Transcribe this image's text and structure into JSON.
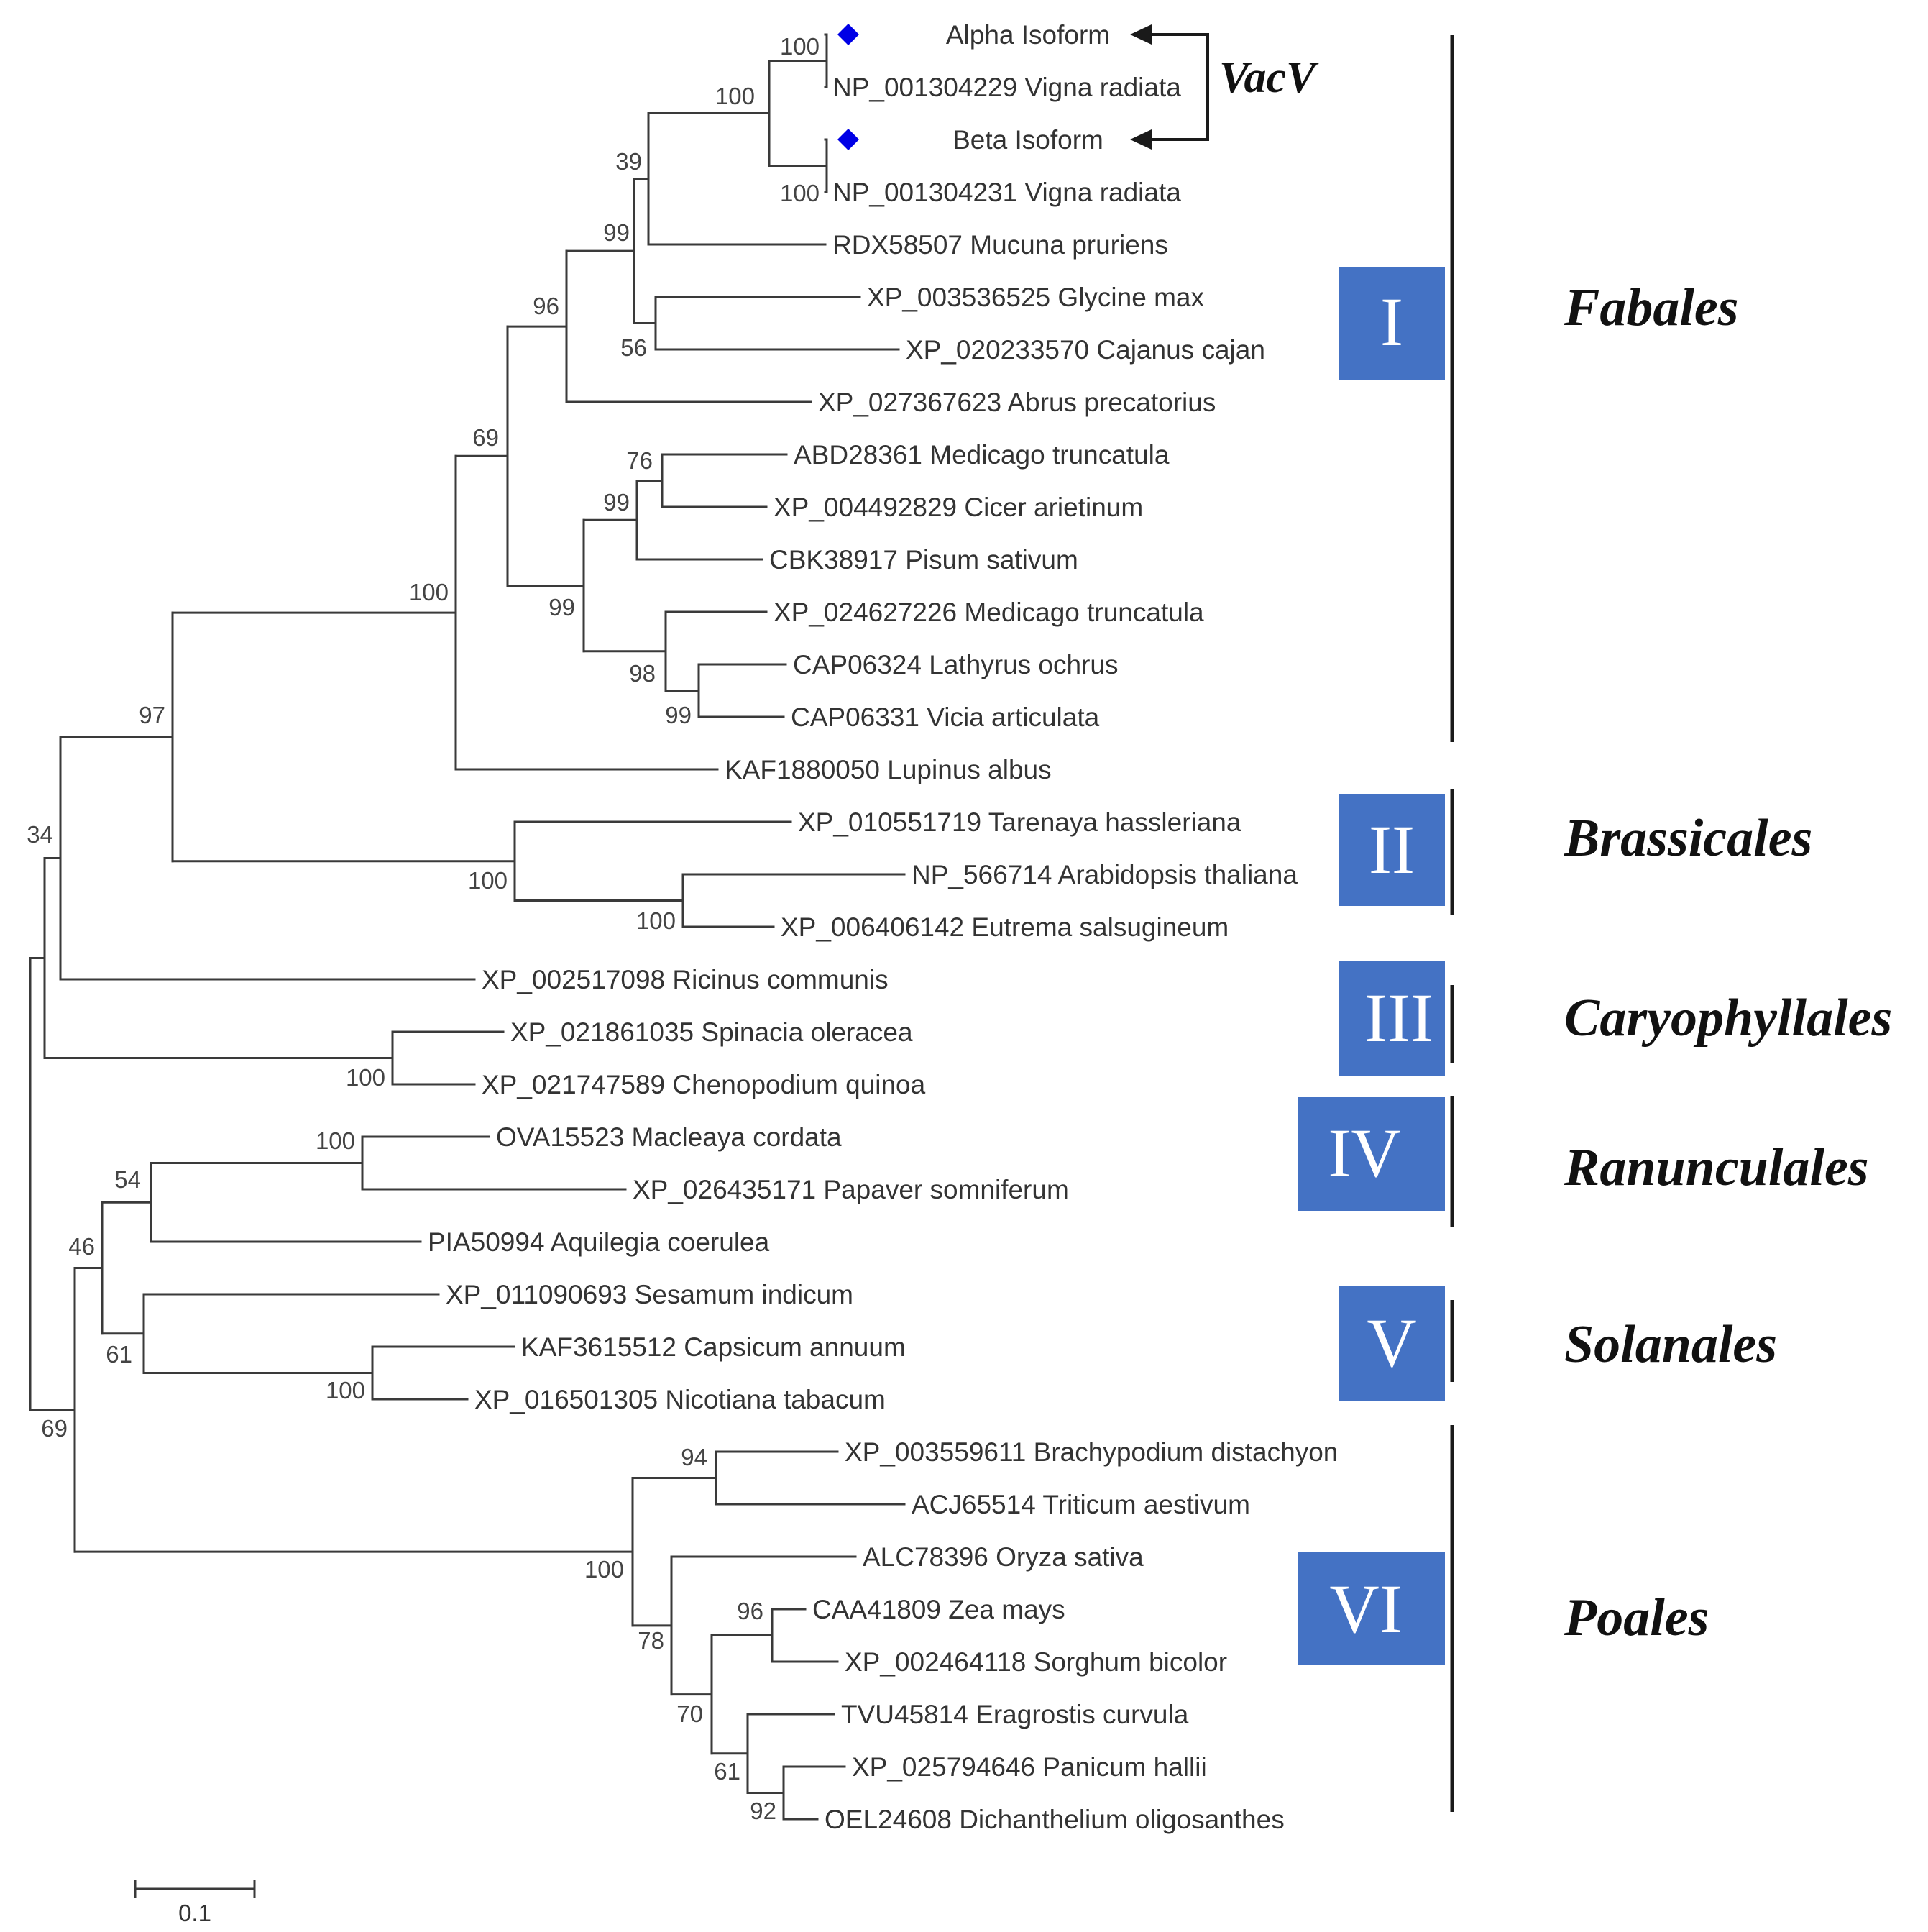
{
  "leaves": [
    "Alpha Isoform",
    "NP_001304229 Vigna radiata",
    "Beta Isoform",
    "NP_001304231 Vigna radiata",
    "RDX58507 Mucuna pruriens",
    "XP_003536525 Glycine max",
    "XP_020233570 Cajanus cajan",
    "XP_027367623 Abrus precatorius",
    "ABD28361 Medicago truncatula",
    "XP_004492829 Cicer arietinum",
    "CBK38917 Pisum sativum",
    "XP_024627226 Medicago truncatula",
    "CAP06324 Lathyrus ochrus",
    "CAP06331 Vicia articulata",
    "KAF1880050 Lupinus albus",
    "XP_010551719 Tarenaya hassleriana",
    "NP_566714 Arabidopsis thaliana",
    "XP_006406142 Eutrema salsugineum",
    "XP_002517098 Ricinus communis",
    "XP_021861035 Spinacia oleracea",
    "XP_021747589 Chenopodium quinoa",
    "OVA15523 Macleaya cordata",
    "XP_026435171 Papaver somniferum",
    "PIA50994 Aquilegia coerulea",
    "XP_011090693 Sesamum indicum",
    "KAF3615512 Capsicum annuum",
    "XP_016501305 Nicotiana tabacum",
    "XP_003559611 Brachypodium distachyon",
    "ACJ65514 Triticum aestivum",
    "ALC78396 Oryza sativa",
    "CAA41809 Zea mays",
    "XP_002464118 Sorghum bicolor",
    "TVU45814 Eragrostis curvula",
    "XP_025794646 Panicum hallii",
    "OEL24608 Dichanthelium oligosanthes"
  ],
  "bootstrap": [
    "100",
    "100",
    "100",
    "39",
    "56",
    "99",
    "96",
    "76",
    "99",
    "99",
    "98",
    "99",
    "69",
    "100",
    "97",
    "100",
    "100",
    "34",
    "100",
    "100",
    "54",
    "61",
    "100",
    "46",
    "94",
    "96",
    "70",
    "61",
    "92",
    "78",
    "100",
    "69"
  ],
  "clades": [
    {
      "numeral": "I",
      "order": "Fabales"
    },
    {
      "numeral": "II",
      "order": "Brassicales"
    },
    {
      "numeral": "III",
      "order": "Caryophyllales"
    },
    {
      "numeral": "IV",
      "order": "Ranunculales"
    },
    {
      "numeral": "V",
      "order": "Solanales"
    },
    {
      "numeral": "VI",
      "order": "Poales"
    }
  ],
  "vacv_label": "VacV",
  "scale_bar": {
    "label": "0.1",
    "value": 0.1
  },
  "colors": {
    "clade_box": "#4472c4",
    "marker": "#0000e6",
    "branch": "#3a3a3a"
  }
}
